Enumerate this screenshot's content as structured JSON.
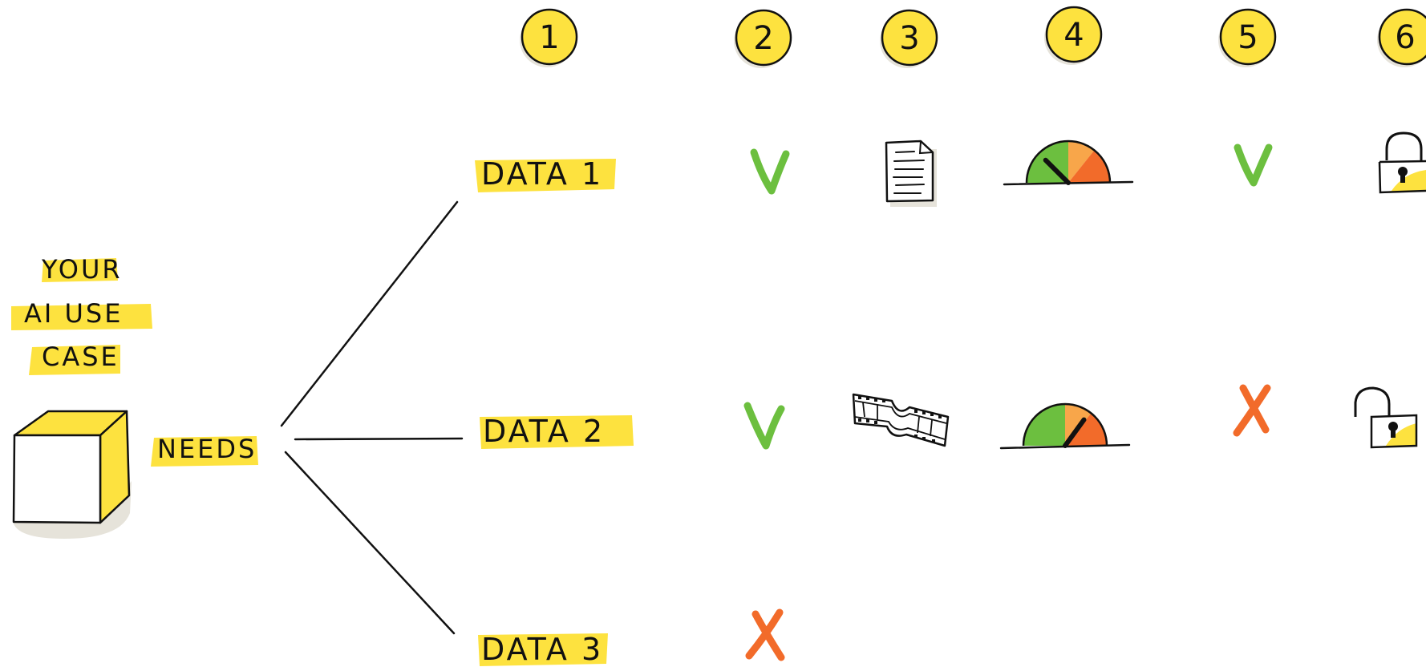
{
  "columns": [
    "1",
    "2",
    "3",
    "4",
    "5",
    "6"
  ],
  "use_case": {
    "lines": [
      "YOUR",
      "AI USE",
      "CASE"
    ],
    "verb": "NEEDS"
  },
  "rows": [
    {
      "label": "DATA 1",
      "col2": "check",
      "col3": "document-icon",
      "col4": "gauge-icon",
      "col4_level": 0.25,
      "col5": "check",
      "col6": "lock-closed-icon"
    },
    {
      "label": "DATA 2",
      "col2": "check",
      "col3": "film-icon",
      "col4": "gauge-icon",
      "col4_level": 0.7,
      "col5": "cross",
      "col6": "lock-open-icon"
    },
    {
      "label": "DATA 3",
      "col2": "cross"
    }
  ],
  "colors": {
    "highlight": "#fde23f",
    "check": "#6cbf3f",
    "cross": "#f26b2a",
    "gauge_green": "#6cbf3f",
    "gauge_amber": "#f8a64a",
    "gauge_red": "#f26b2a",
    "shadow": "#e6e3da",
    "ink": "#111111"
  }
}
